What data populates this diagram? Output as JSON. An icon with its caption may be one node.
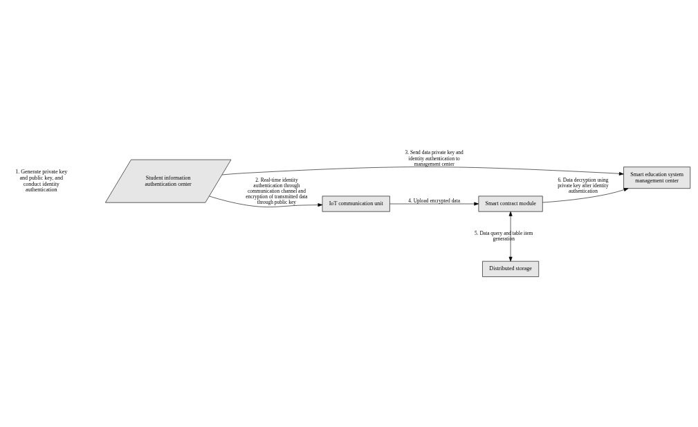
{
  "diagram": {
    "nodes": [
      {
        "text": [
          "Smart education system management center"
        ]
      },
      {
        "text": [
          "Student information authentication center"
        ]
      },
      {
        "text": [
          "IoT communication unit"
        ]
      },
      {
        "text": [
          "Smart contract module"
        ]
      },
      {
        "text": [
          "Distributed storage"
        ]
      }
    ],
    "edges": [
      {
        "from": 1,
        "to": 0,
        "arrow": "to",
        "label": "3. Send data private key and identity authentication to management center"
      },
      {
        "from": 1,
        "to": 2,
        "arrow": "to",
        "label": "2. Real-time identity authentication through communication channel and encryption of transmitted data through public key"
      },
      {
        "from": 2,
        "to": 3,
        "arrow": "to",
        "label": "4. Upload encrypted data"
      },
      {
        "from": 3,
        "to": 4,
        "arrow": "both",
        "label": "5. Data query and table item generation"
      },
      {
        "from": 3,
        "to": 0,
        "arrow": "to",
        "label": "6. Data decryption using private key after identity authentication"
      }
    ],
    "labels": [
      "1. Generate private key and public key, and conduct identity authentication"
    ]
  }
}
